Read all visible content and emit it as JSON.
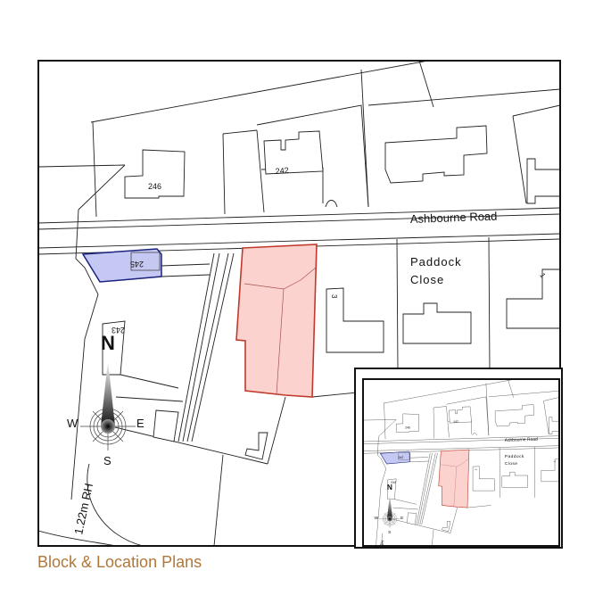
{
  "map": {
    "road_label": "Ashbourne Road",
    "close_label_line1": "Paddock",
    "close_label_line2": "Close",
    "house_numbers": {
      "h246": "246",
      "h242": "242",
      "h245": "245",
      "h243": "243",
      "h3": "3",
      "h1": "1"
    },
    "path_label": "1.22m RH",
    "compass": {
      "north": "N",
      "west": "W",
      "east": "E",
      "south": "S"
    },
    "colors": {
      "site_fill": "#fcd2cf",
      "site_stroke": "#c0392b",
      "owned_fill": "#c5c8f2",
      "owned_stroke": "#1a237e"
    }
  },
  "caption": "Block & Location Plans"
}
